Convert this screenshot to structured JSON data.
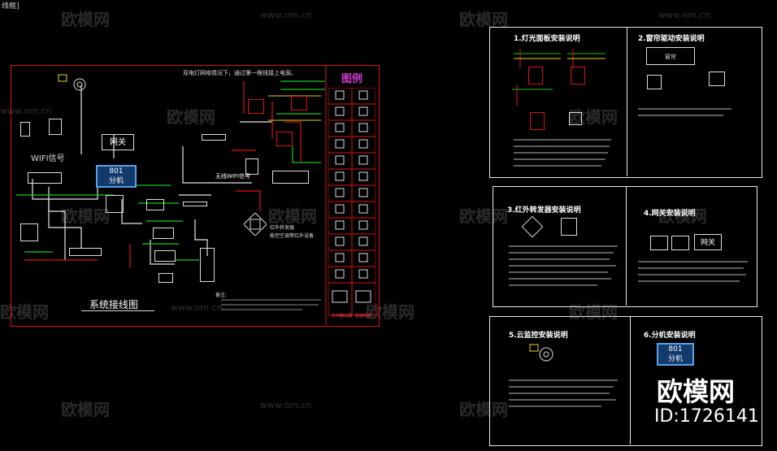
{
  "window": {
    "tab_title": "线框]"
  },
  "watermark": {
    "brand": "欧模网",
    "url": "www.om.cn",
    "id": "ID:1726141"
  },
  "main_drawing": {
    "top_note": "双电灯网络情况下，通过第一根线接上电源。",
    "wifi_label": "WIFI信号",
    "gateway_label": "网关",
    "room_number": "801",
    "extension_label": "分机",
    "system_title": "系统接线图",
    "wireless_label": "无线WIFI信号",
    "ir_label_1": "红外转发器",
    "ir_label_2": "能控空调等红外设备",
    "notes_title": "备注:",
    "legend_title": "图例",
    "legend_bottom_left": "无线路由器",
    "legend_bottom_right": "智能网关"
  },
  "panels": {
    "p1": {
      "title": "1.灯光面板安装说明"
    },
    "p2": {
      "title": "2.窗帘驱动安装说明",
      "curtain": "窗帘"
    },
    "p3": {
      "title": "3.红外转发器安装说明"
    },
    "p4": {
      "title": "4.网关安装说明",
      "gateway": "网关"
    },
    "p5": {
      "title": "5.云监控安装说明"
    },
    "p6": {
      "title": "6.分机安装说明",
      "room_number": "801",
      "extension_label": "分机"
    }
  },
  "colors": {
    "frame_red": "#e01010",
    "wire_green": "#19c819",
    "wire_red": "#e01010",
    "legend_magenta": "#d03cd0",
    "screen_blue": "#123a6b"
  }
}
